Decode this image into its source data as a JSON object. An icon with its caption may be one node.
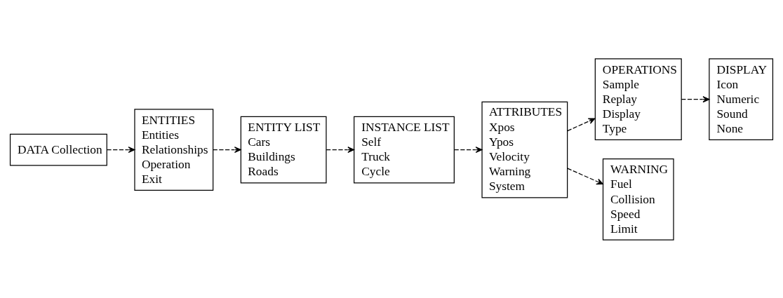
{
  "diagram": {
    "nodes": [
      {
        "text": [
          "DATA Collection"
        ]
      },
      {
        "text": [
          "ENTITIES",
          "Entities",
          "Relationships",
          "Operation",
          "Exit"
        ]
      },
      {
        "text": [
          "ENTITY LIST",
          "Cars",
          "Buildings",
          "Roads"
        ]
      },
      {
        "text": [
          "INSTANCE LIST",
          "Self",
          "Truck",
          "Cycle"
        ]
      },
      {
        "text": [
          "ATTRIBUTES",
          "Xpos",
          "Ypos",
          "Velocity",
          "Warning",
          "System"
        ]
      },
      {
        "text": [
          "OPERATIONS",
          "Sample",
          "Replay",
          "Display",
          "Type"
        ]
      },
      {
        "text": [
          "DISPLAY",
          "Icon",
          "Numeric",
          "Sound",
          "None"
        ]
      },
      {
        "text": [
          "WARNING",
          "Fuel",
          "Collision",
          "Speed",
          "Limit"
        ]
      }
    ],
    "edges": [
      {
        "from": 0,
        "to": 1,
        "arrow": "to",
        "style": "dashed"
      },
      {
        "from": 1,
        "to": 2,
        "arrow": "to",
        "style": "dashed"
      },
      {
        "from": 2,
        "to": 3,
        "arrow": "to",
        "style": "dashed"
      },
      {
        "from": 3,
        "to": 4,
        "arrow": "to",
        "style": "dashed"
      },
      {
        "from": 4,
        "to": 5,
        "arrow": "to",
        "style": "dashed"
      },
      {
        "from": 5,
        "to": 6,
        "arrow": "to",
        "style": "dashed"
      },
      {
        "from": 4,
        "to": 7,
        "arrow": "to",
        "style": "dashed"
      }
    ]
  }
}
